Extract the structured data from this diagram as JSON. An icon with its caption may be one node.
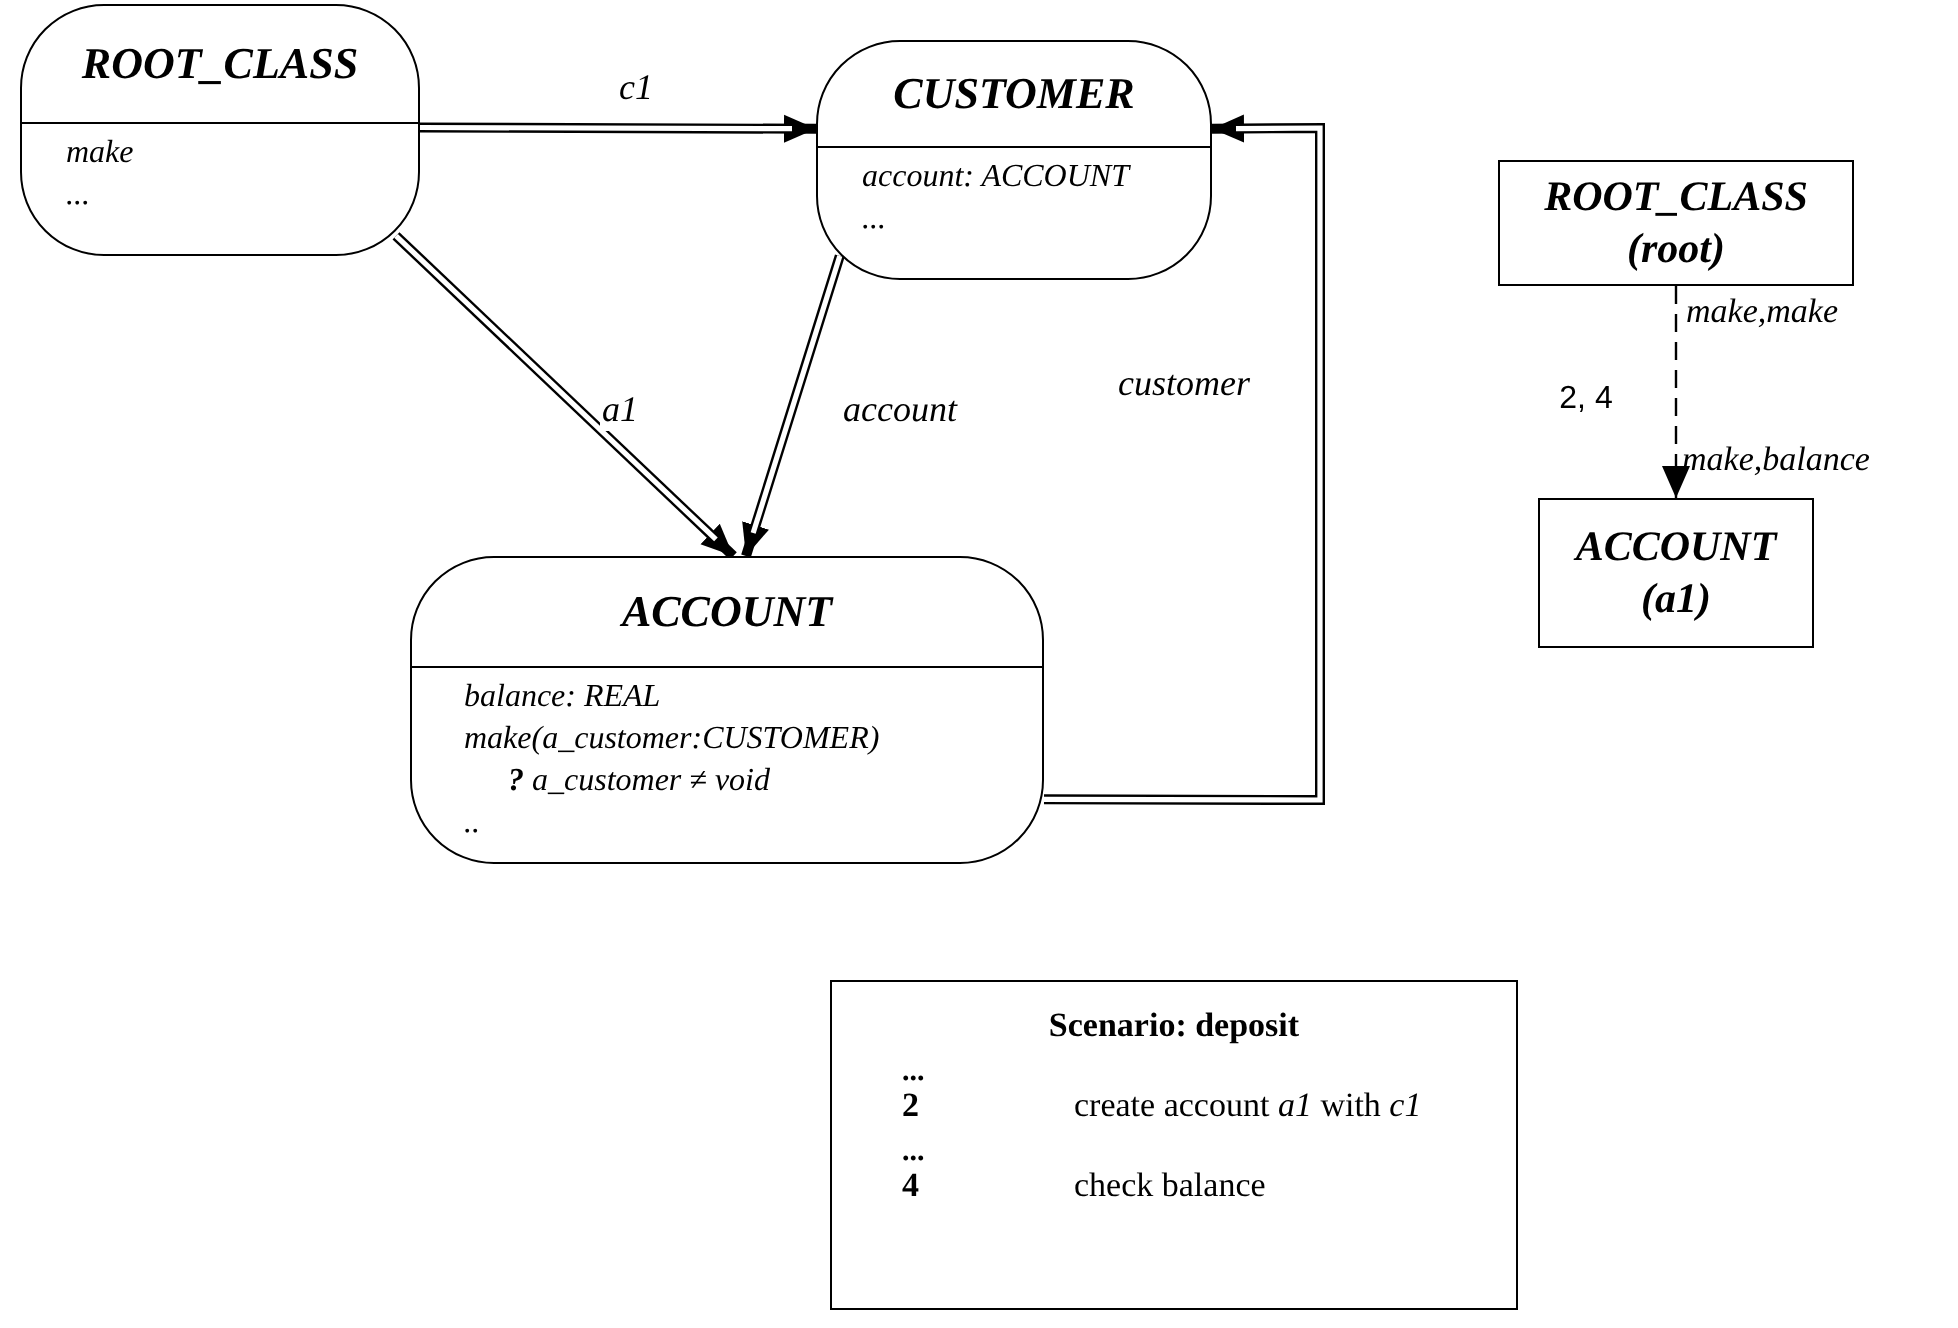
{
  "diagram": {
    "nodes": [
      {
        "text": [
          "ROOT_CLASS",
          "make",
          "..."
        ]
      },
      {
        "text": [
          "CUSTOMER",
          "account: ACCOUNT",
          "..."
        ]
      },
      {
        "text": [
          "ACCOUNT",
          "balance: REAL",
          "make(a_customer:CUSTOMER)",
          "**?** a_customer ≠ void",
          ".."
        ]
      },
      {
        "text": [
          "ROOT_CLASS",
          "(root)"
        ]
      },
      {
        "text": [
          "ACCOUNT",
          "(a1)"
        ]
      },
      {
        "text": [
          "Scenario: deposit",
          "...",
          "2",
          "create account *a1* with *c1*",
          "...",
          "4",
          "check balance"
        ]
      }
    ],
    "edges": [
      {
        "from": 0,
        "to": 1,
        "arrow": "to",
        "label": "c1"
      },
      {
        "from": 0,
        "to": 2,
        "arrow": "to",
        "label": "a1"
      },
      {
        "from": 1,
        "to": 2,
        "arrow": "to",
        "label": "account"
      },
      {
        "from": 2,
        "to": 1,
        "arrow": "to",
        "label": "customer"
      },
      {
        "from": 3,
        "to": 4,
        "arrow": "to",
        "label": "2, 4",
        "style": "dashed"
      }
    ],
    "labels": [
      "make,make",
      "make,balance"
    ]
  }
}
